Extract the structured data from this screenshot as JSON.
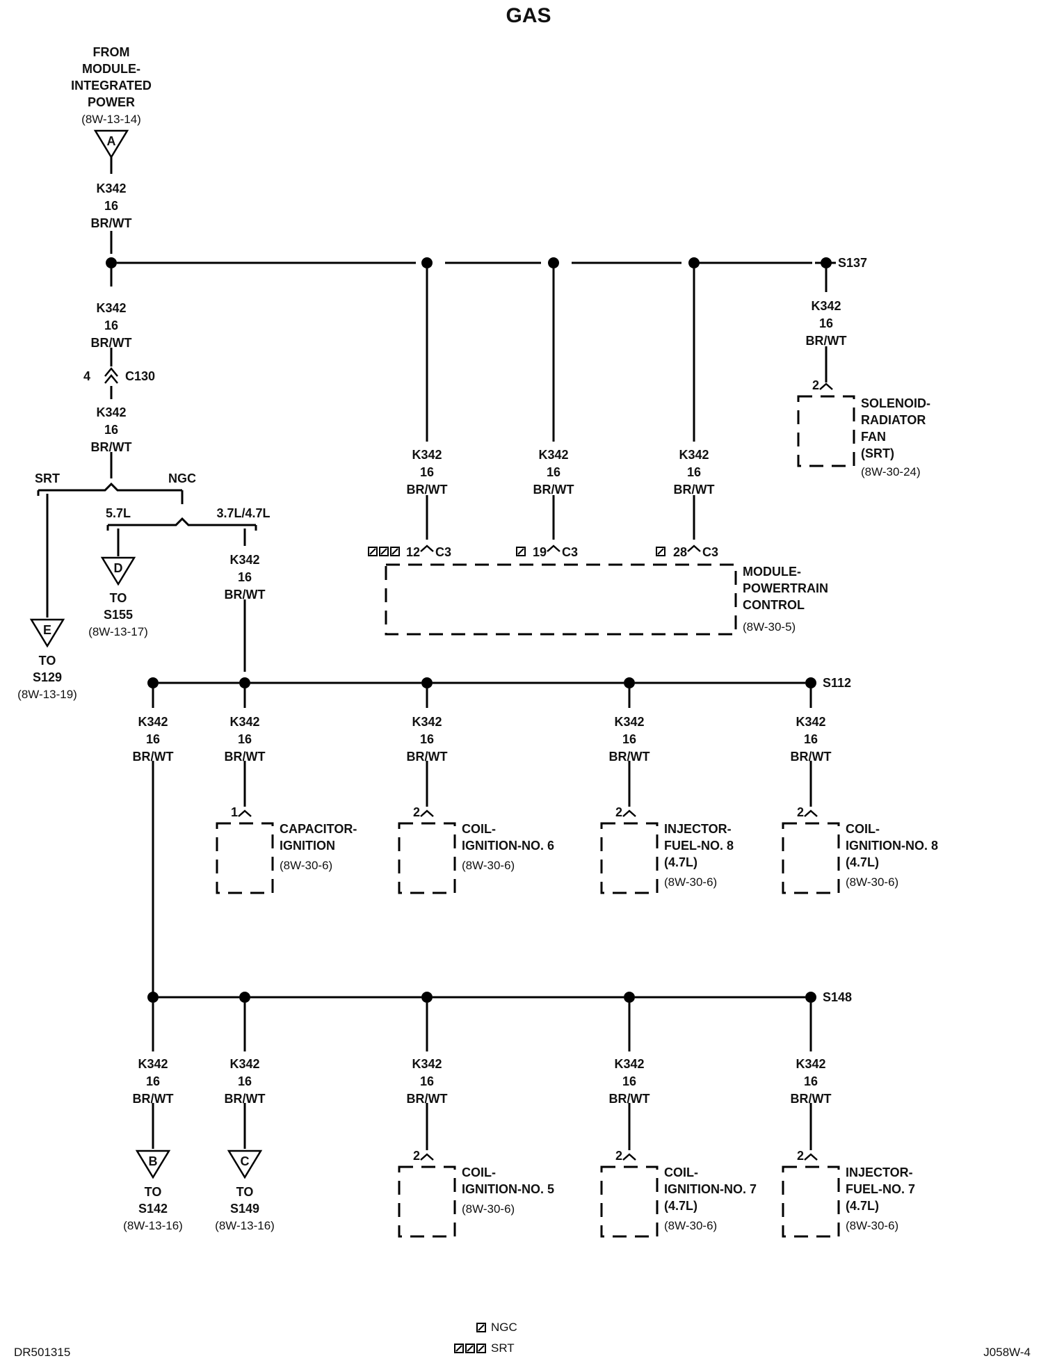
{
  "title": "GAS",
  "source": {
    "lines": [
      "FROM",
      "MODULE-",
      "INTEGRATED",
      "POWER"
    ],
    "ref": "(8W-13-14)",
    "connector": "A"
  },
  "wire": {
    "circuit": "K342",
    "gauge": "16",
    "color": "BR/WT"
  },
  "inline_connector": {
    "pin": "4",
    "name": "C130"
  },
  "option_labels": {
    "srt": "SRT",
    "ngc": "NGC",
    "v8_57": "5.7L",
    "v6_v8": "3.7L/4.7L"
  },
  "splices": {
    "top": "S137",
    "middle": "S112",
    "bottom": "S148"
  },
  "offpage": [
    {
      "letter": "E",
      "to": "TO",
      "splice": "S129",
      "ref": "(8W-13-19)"
    },
    {
      "letter": "D",
      "to": "TO",
      "splice": "S155",
      "ref": "(8W-13-17)"
    },
    {
      "letter": "B",
      "to": "TO",
      "splice": "S142",
      "ref": "(8W-13-16)"
    },
    {
      "letter": "C",
      "to": "TO",
      "splice": "S149",
      "ref": "(8W-13-16)"
    }
  ],
  "pcm": {
    "pins": [
      {
        "pin": "12",
        "conn": "C3",
        "note": "SRT"
      },
      {
        "pin": "19",
        "conn": "C3",
        "note": "NGC"
      },
      {
        "pin": "28",
        "conn": "C3",
        "note": "NGC"
      }
    ],
    "lines": [
      "MODULE-",
      "POWERTRAIN",
      "CONTROL"
    ],
    "ref": "(8W-30-5)"
  },
  "fan": {
    "pin": "2",
    "lines": [
      "SOLENOID-",
      "RADIATOR",
      "FAN",
      "(SRT)"
    ],
    "ref": "(8W-30-24)"
  },
  "components_row1": [
    {
      "pin": "1",
      "lines": [
        "CAPACITOR-",
        "IGNITION"
      ],
      "ref": "(8W-30-6)"
    },
    {
      "pin": "2",
      "lines": [
        "COIL-",
        "IGNITION-NO. 6"
      ],
      "ref": "(8W-30-6)"
    },
    {
      "pin": "2",
      "lines": [
        "INJECTOR-",
        "FUEL-NO. 8",
        "(4.7L)"
      ],
      "ref": "(8W-30-6)"
    },
    {
      "pin": "2",
      "lines": [
        "COIL-",
        "IGNITION-NO. 8",
        "(4.7L)"
      ],
      "ref": "(8W-30-6)"
    }
  ],
  "components_row2": [
    {
      "pin": "2",
      "lines": [
        "COIL-",
        "IGNITION-NO. 5"
      ],
      "ref": "(8W-30-6)"
    },
    {
      "pin": "2",
      "lines": [
        "COIL-",
        "IGNITION-NO. 7",
        "(4.7L)"
      ],
      "ref": "(8W-30-6)"
    },
    {
      "pin": "2",
      "lines": [
        "INJECTOR-",
        "FUEL-NO. 7",
        "(4.7L)"
      ],
      "ref": "(8W-30-6)"
    }
  ],
  "legend": {
    "ngc": "NGC",
    "srt": "SRT"
  },
  "footer": {
    "left": "DR501315",
    "right": "J058W-4"
  }
}
